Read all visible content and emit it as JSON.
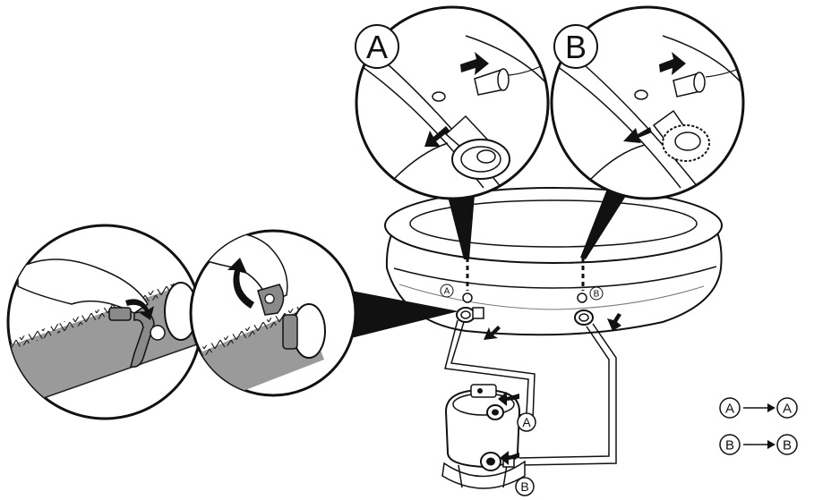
{
  "zoom_callouts": [
    {
      "letter": "A"
    },
    {
      "letter": "B"
    }
  ],
  "pool_markers": {
    "a": "A",
    "b": "B"
  },
  "pump_markers": {
    "a": "A",
    "b": "B"
  },
  "legend": [
    {
      "from": "A",
      "to": "A"
    },
    {
      "from": "B",
      "to": "B"
    }
  ]
}
